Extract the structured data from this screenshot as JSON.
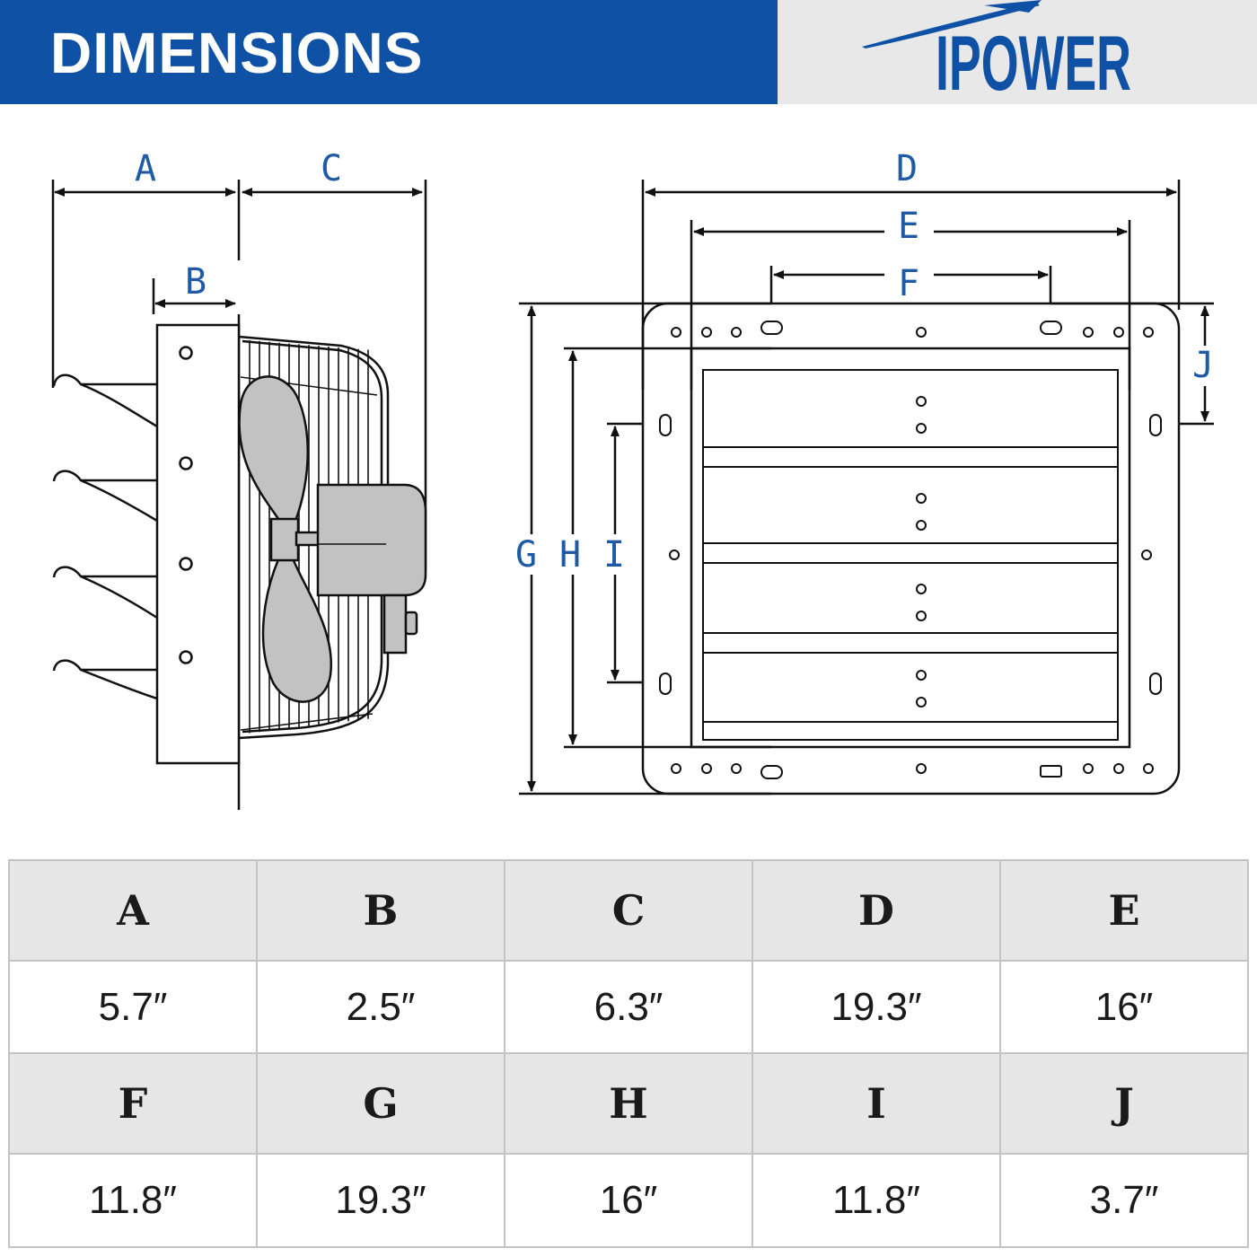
{
  "header": {
    "title": "DIMENSIONS",
    "brand": "iPOWER"
  },
  "colors": {
    "header_blue": "#0f52a5",
    "label_blue": "#1f5aa6",
    "header_gray": "#e8e8e8",
    "table_header_bg": "#e6e6e6",
    "part_gray": "#c2c2c2"
  },
  "diagram_labels": {
    "A": "A",
    "B": "B",
    "C": "C",
    "D": "D",
    "E": "E",
    "F": "F",
    "G": "G",
    "H": "H",
    "I": "I",
    "J": "J"
  },
  "table": {
    "rows": [
      {
        "headers": [
          "A",
          "B",
          "C",
          "D",
          "E"
        ],
        "values": [
          "5.7″",
          "2.5″",
          "6.3″",
          "19.3″",
          "16″"
        ]
      },
      {
        "headers": [
          "F",
          "G",
          "H",
          "I",
          "J"
        ],
        "values": [
          "11.8″",
          "19.3″",
          "16″",
          "11.8″",
          "3.7″"
        ]
      }
    ]
  }
}
